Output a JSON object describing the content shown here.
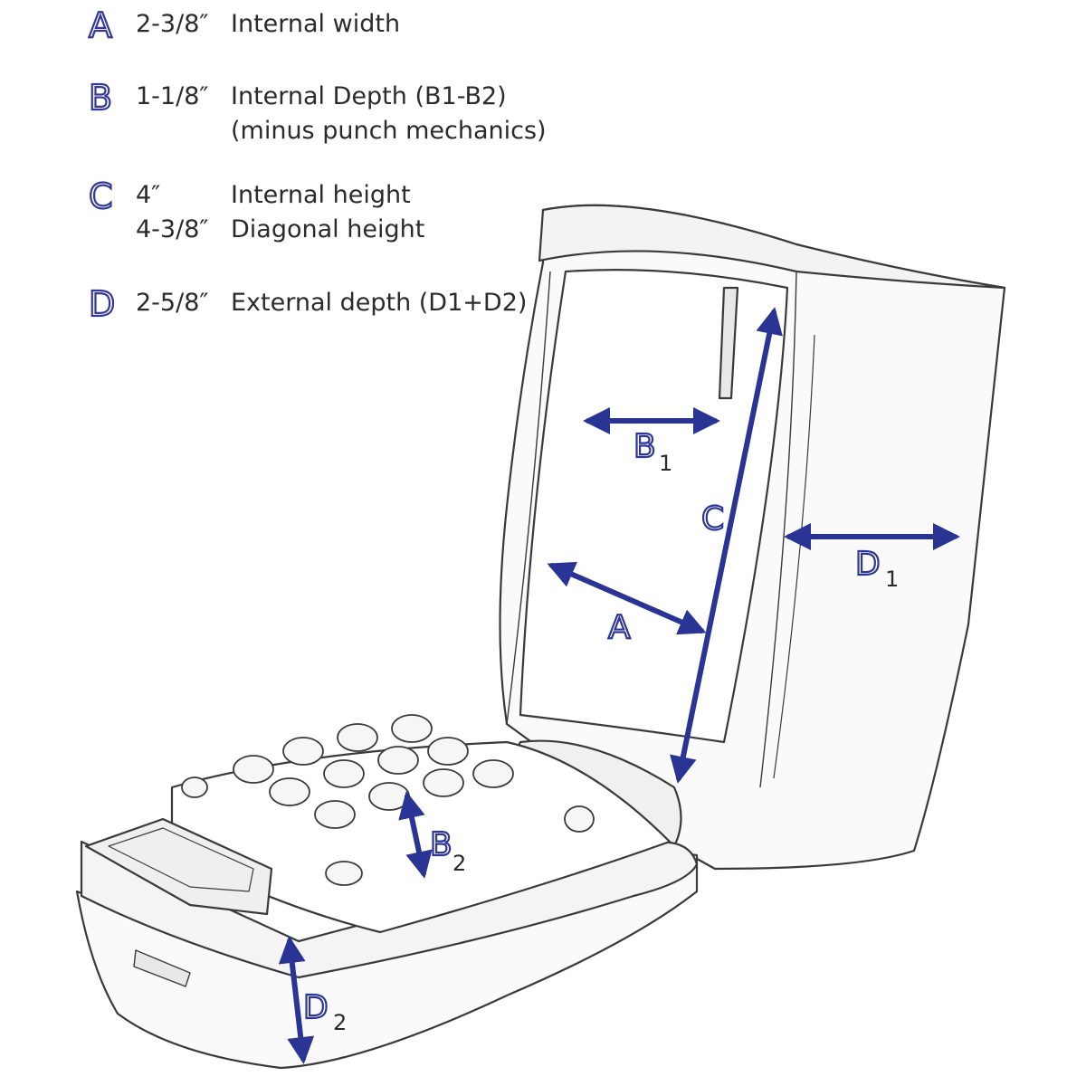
{
  "legend": [
    {
      "letter": "A",
      "measure": "2-3/8″",
      "desc": "Internal width"
    },
    {
      "letter": "B",
      "measure": "1-1/8″",
      "desc": "Internal Depth (B1-B2)",
      "desc2": "(minus punch mechanics)"
    },
    {
      "letter": "C",
      "measure": "4″",
      "desc": "Internal height",
      "measure2": "4-3/8″",
      "desc2": "Diagonal height"
    },
    {
      "letter": "D",
      "measure": "2-5/8″",
      "desc": "External depth (D1+D2)"
    }
  ],
  "diagram": {
    "labels": {
      "B1": {
        "main": "B",
        "sub": "1"
      },
      "C": {
        "main": "C"
      },
      "A": {
        "main": "A"
      },
      "D1": {
        "main": "D",
        "sub": "1"
      },
      "B2": {
        "main": "B",
        "sub": "2"
      },
      "D2": {
        "main": "D",
        "sub": "2"
      }
    }
  },
  "colors": {
    "arrow": "#2a3494",
    "outline": "#3a3a3a",
    "fill": "#fafafa",
    "legend_letter_stroke": "#33379a"
  }
}
